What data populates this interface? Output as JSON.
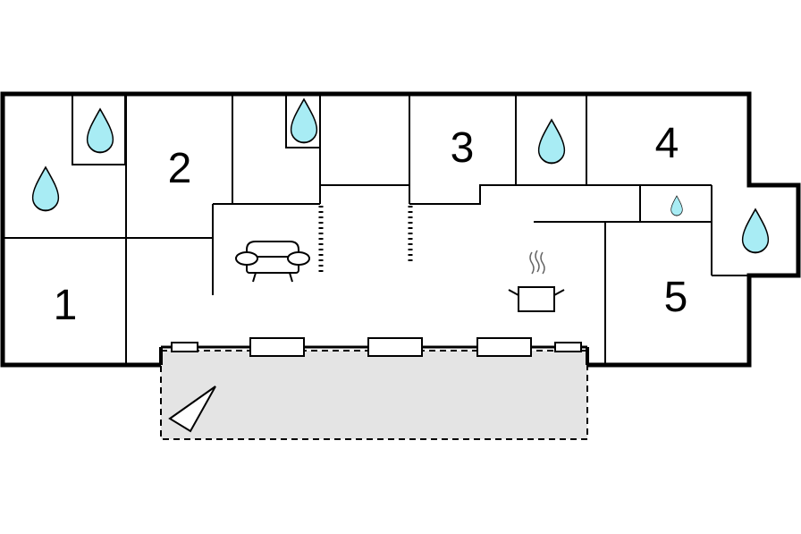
{
  "floor_plan": {
    "rooms": [
      {
        "id": "1",
        "label": "1"
      },
      {
        "id": "2",
        "label": "2"
      },
      {
        "id": "3",
        "label": "3"
      },
      {
        "id": "4",
        "label": "4"
      },
      {
        "id": "5",
        "label": "5"
      }
    ],
    "icons": {
      "water": "water-drop-icon",
      "sofa": "sofa-icon",
      "cooking": "cooking-pot-icon",
      "compass": "compass-arrow-icon"
    },
    "colors": {
      "wall": "#000000",
      "water_fill": "#a8ecf4",
      "terrace_fill": "#e4e4e4",
      "background": "#ffffff"
    }
  }
}
